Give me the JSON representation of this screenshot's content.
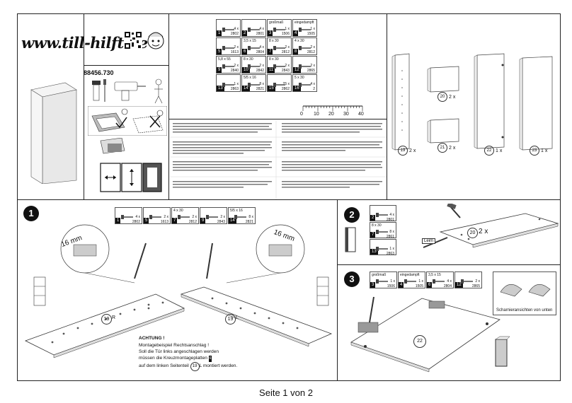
{
  "brand": {
    "url": "www.till-hilft.de"
  },
  "article_number": "88456.730",
  "header_parts": [
    {
      "num": "1",
      "qty": "4 x",
      "code": "2802"
    },
    {
      "num": "2",
      "qty": "4 x",
      "code": "2801"
    },
    {
      "num": "3",
      "label": "großmaß",
      "qty": "1 x",
      "code": "1506"
    },
    {
      "num": "4",
      "label": "eingedampft",
      "qty": "1 x",
      "code": "1505"
    },
    {
      "num": "5",
      "qty": "2 x",
      "code": "1613"
    },
    {
      "num": "6",
      "size": "3,5 x 15",
      "qty": "4 x",
      "code": "2804"
    },
    {
      "num": "7",
      "size": "8 x 30",
      "qty": "2 x",
      "code": "2812"
    },
    {
      "num": "8",
      "size": "4 x 30",
      "qty": "2 x",
      "code": "2812"
    },
    {
      "num": "9",
      "size": "5,8 x 55",
      "qty": "2 x",
      "code": "2840"
    },
    {
      "num": "10",
      "size": "8 x 30",
      "qty": "2 x",
      "code": "2842"
    },
    {
      "num": "11",
      "size": "8 x 30",
      "qty": "2 x",
      "code": "2843"
    },
    {
      "num": "12",
      "qty": "2 x",
      "code": "2865"
    },
    {
      "num": "13",
      "qty": "1 x",
      "code": "2863"
    },
    {
      "num": "14",
      "size": "5/5 x 16",
      "qty": "8 x",
      "code": "2821"
    },
    {
      "num": "15",
      "qty": "25 x",
      "code": "2862"
    },
    {
      "num": "16",
      "size": "5 x 30",
      "qty": "4 x",
      "code": "2"
    }
  ],
  "ruler": {
    "ticks": [
      "0",
      "10",
      "20",
      "30",
      "40"
    ]
  },
  "panels": [
    {
      "num": "19",
      "qty": "2 x"
    },
    {
      "num": "20",
      "qty": "2 x"
    },
    {
      "num": "21",
      "qty": "2 x"
    },
    {
      "num": "22",
      "qty": "1 x"
    },
    {
      "num": "23",
      "qty": "1 x"
    }
  ],
  "steps": {
    "one": {
      "num": "1",
      "parts": [
        {
          "num": "1",
          "qty": "4 x",
          "code": "2802"
        },
        {
          "num": "5",
          "qty": "2 x",
          "code": "1613"
        },
        {
          "num": "7",
          "size": "4 x 30",
          "qty": "2 x",
          "code": "2812"
        },
        {
          "num": "9",
          "qty": "2 x",
          "code": "2843"
        },
        {
          "num": "14",
          "size": "5/5 x 16",
          "qty": "8 x",
          "code": "2821"
        }
      ],
      "dim_left": "16 mm",
      "dim_right": "16 mm",
      "label_r": "R",
      "label_l": "L",
      "panel": "19",
      "note_title": "ACHTUNG !",
      "note_l1": "Montagebeispiel Rechtsanschlag !",
      "note_l2": "Soll die Tür links angeschlagen werden",
      "note_l3": "müssen die Kreuzmontageplatten",
      "note_l3_ref": "6",
      "note_l4": "auf dem linken Seitenteil",
      "note_l4_ref": "19",
      "note_l4_suffix": "L montiert werden."
    },
    "two": {
      "num": "2",
      "parts": [
        {
          "num": "2",
          "qty": "4 x",
          "code": "2801"
        },
        {
          "num": "7",
          "size": "8 x 30",
          "qty": "8 x",
          "code": "2861"
        },
        {
          "num": "13",
          "qty": "1 x",
          "code": "2863"
        }
      ],
      "panel": "20",
      "panel_qty": "2 x",
      "leim": "Leim"
    },
    "three": {
      "num": "3",
      "parts": [
        {
          "num": "3",
          "label": "großmaß",
          "qty": "1 x",
          "code": "1506"
        },
        {
          "num": "4",
          "label": "eingedampft",
          "qty": "1 x",
          "code": "1505"
        },
        {
          "num": "6",
          "size": "3,5 x 15",
          "qty": "4 x",
          "code": "2804"
        },
        {
          "num": "12",
          "qty": "2 x",
          "code": "2865"
        }
      ],
      "panel": "22",
      "hinge_caption": "Scharnieransichten von unten"
    }
  },
  "footer": "Seite 1 von 2"
}
